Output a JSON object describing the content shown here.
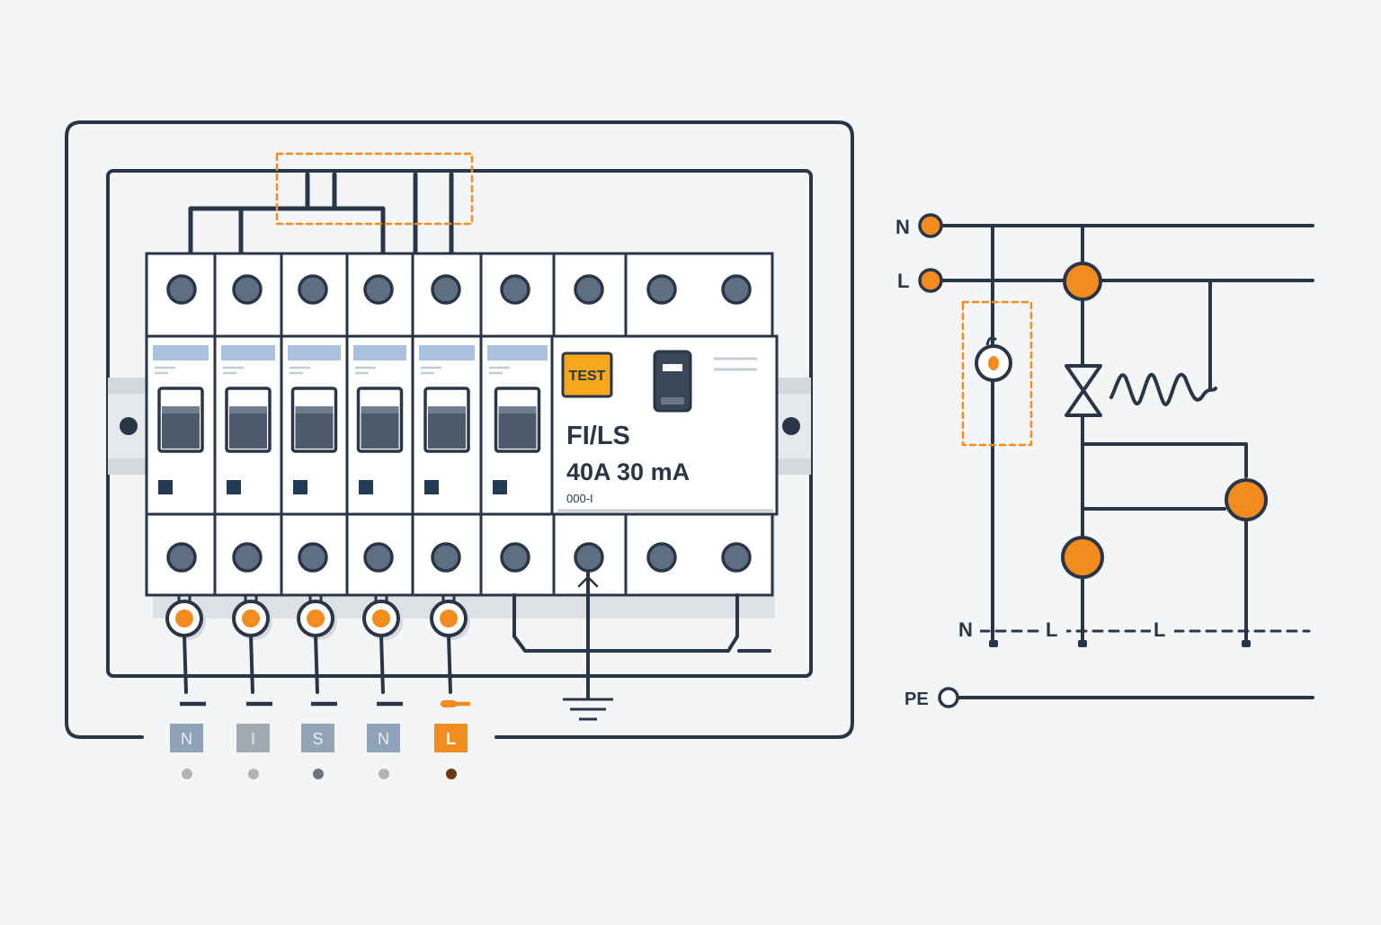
{
  "colors": {
    "line": "#2a3647",
    "orange": "#f28c1e",
    "terminal": "#5e6f82",
    "module_face": "#ffffff",
    "label_bar": "#a9c1dc",
    "test_button": "#f6a81c",
    "rail": "#c9ced4"
  },
  "rcbo": {
    "test_label": "TEST",
    "title": "FI/LS",
    "rating": "40A 30 mA",
    "code": "000-I"
  },
  "breakers": [
    {
      "id": "cb1"
    },
    {
      "id": "cb2"
    },
    {
      "id": "cb3"
    },
    {
      "id": "cb4"
    },
    {
      "id": "cb5"
    },
    {
      "id": "cb6"
    }
  ],
  "outputs": [
    {
      "label": "N",
      "color": "#8fa3b8",
      "dot": "#b3b3b3"
    },
    {
      "label": "I",
      "color": "#a2aab3",
      "dot": "#b3b3b3"
    },
    {
      "label": "S",
      "color": "#93a6b8",
      "dot": "#6b7480"
    },
    {
      "label": "N",
      "color": "#8fa3b8",
      "dot": "#b3b3b3"
    },
    {
      "label": "L",
      "color": "#f28c1e",
      "dot": "#6b3a10"
    }
  ],
  "schematic": {
    "n_label": "N",
    "l_label": "L",
    "pe_label": "PE",
    "bottom_labels": [
      "N",
      "L",
      "L"
    ]
  }
}
